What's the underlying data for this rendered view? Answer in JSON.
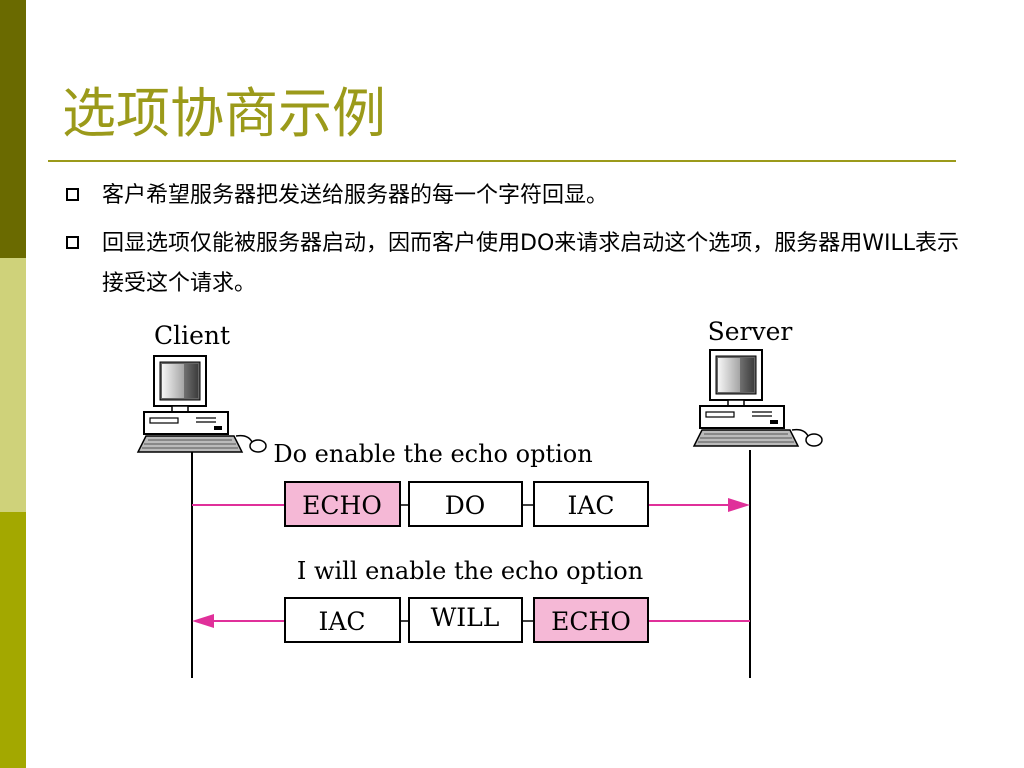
{
  "slide": {
    "title": "选项协商示例",
    "bullets": [
      "客户希望服务器把发送给服务器的每一个字符回显。",
      "回显选项仅能被服务器启动，因而客户使用DO来请求启动这个选项，服务器用WILL表示接受这个请求。"
    ]
  },
  "diagram": {
    "client_label": "Client",
    "server_label": "Server",
    "message1": {
      "label": "Do enable the echo option",
      "fields": [
        "ECHO",
        "DO",
        "IAC"
      ],
      "highlighted": "ECHO",
      "direction": "client-to-server"
    },
    "message2": {
      "label": "I will enable the echo option",
      "fields": [
        "IAC",
        "WILL",
        "ECHO"
      ],
      "highlighted": "ECHO",
      "direction": "server-to-client"
    }
  },
  "colors": {
    "title": "#9b9a1a",
    "sidebar_dark": "#6a6a00",
    "sidebar_light": "#cfd27a",
    "sidebar_mid": "#a3a800",
    "arrow": "#e0309a",
    "highlight_fill": "#f5b8d6"
  },
  "icons": [
    "computer-icon"
  ]
}
